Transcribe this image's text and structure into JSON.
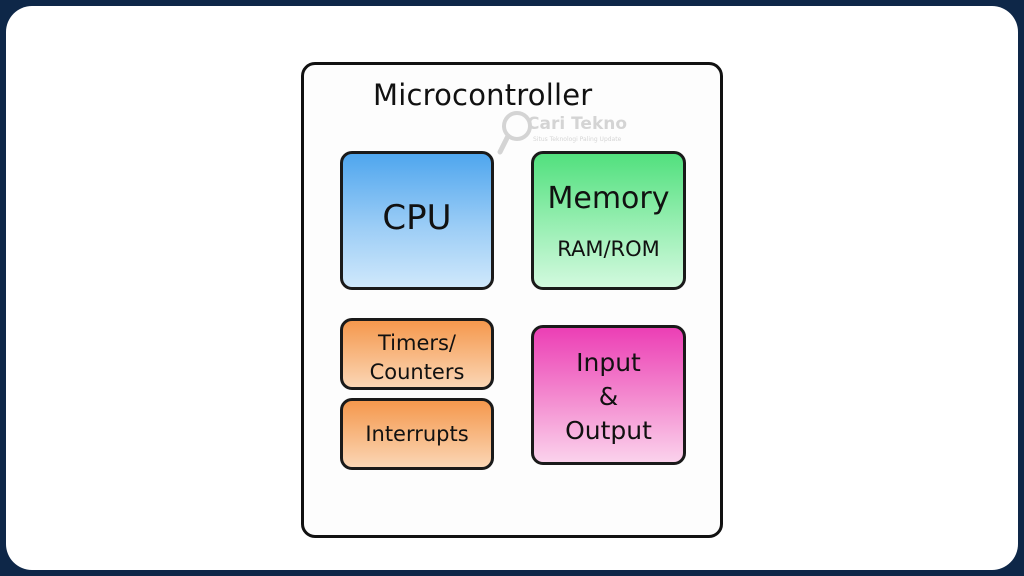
{
  "diagram": {
    "title": "Microcontroller",
    "blocks": {
      "cpu": {
        "label": "CPU"
      },
      "memory": {
        "label": "Memory",
        "sublabel": "RAM/ROM"
      },
      "timers": {
        "line1": "Timers/",
        "line2": "Counters"
      },
      "interrupts": {
        "label": "Interrupts"
      },
      "io": {
        "line1": "Input",
        "line2": "&",
        "line3": "Output"
      }
    }
  },
  "watermark": {
    "text": "Cari Tekno",
    "subtext": "Situs Teknologi Paling Update"
  },
  "colors": {
    "frame_border": "#0e2748",
    "cpu": "#4fa6ee",
    "memory": "#52e07e",
    "timers": "#f5984d",
    "interrupts": "#f5984d",
    "io": "#ec3fb5"
  }
}
